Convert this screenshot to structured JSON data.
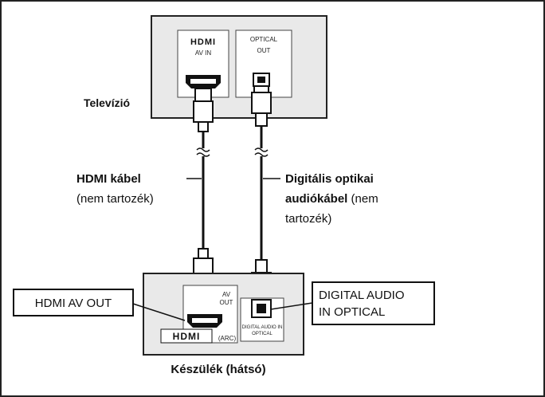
{
  "tv": {
    "label": "Televízió",
    "hdmi_logo": "HDMI",
    "hdmi_port_label": "AV IN",
    "optical_port_label_line1": "OPTICAL",
    "optical_port_label_line2": "OUT"
  },
  "cables": {
    "hdmi_title": "HDMI kábel",
    "hdmi_note": "(nem tartozék)",
    "optical_title_line1": "Digitális optikai",
    "optical_title_line2_bold": "audiókábel",
    "optical_title_line2_rest": " (nem",
    "optical_note_line3": "tartozék)"
  },
  "device": {
    "label": "Készülék (hátsó)",
    "hdmi_logo": "HDMI",
    "hdmi_port_label_line1": "AV",
    "hdmi_port_label_line2": "OUT",
    "arc_label": "(ARC)",
    "optical_port_label_line1": "DIGITAL AUDIO IN",
    "optical_port_label_line2": "OPTICAL"
  },
  "callouts": {
    "hdmi_out": "HDMI AV OUT",
    "digital_audio_line1": "DIGITAL AUDIO",
    "digital_audio_line2": "IN OPTICAL"
  }
}
